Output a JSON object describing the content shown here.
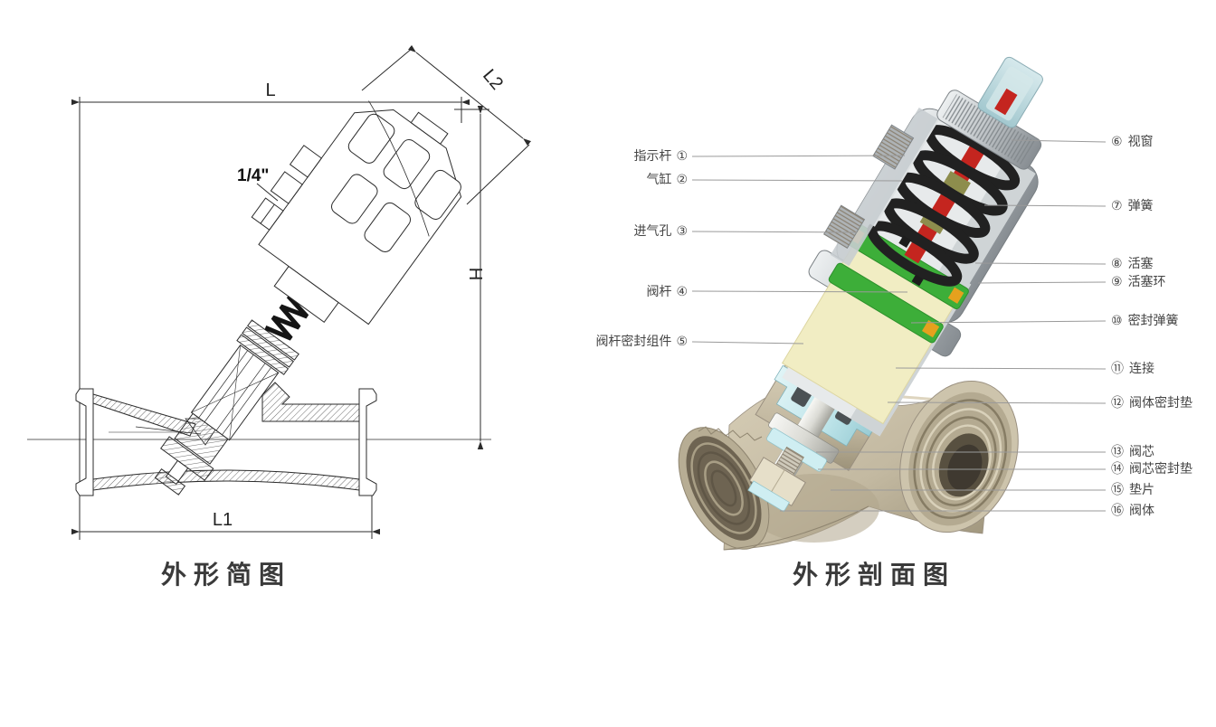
{
  "figure_left": {
    "caption": "外形简图",
    "dims": {
      "L": "L",
      "L2": "L2",
      "H": "H",
      "L1": "L1",
      "port": "1/4\""
    }
  },
  "figure_right": {
    "caption": "外形剖面图",
    "parts_left": [
      {
        "num": "①",
        "name": "指示杆"
      },
      {
        "num": "②",
        "name": "气缸"
      },
      {
        "num": "③",
        "name": "进气孔"
      },
      {
        "num": "④",
        "name": "阀杆"
      },
      {
        "num": "⑤",
        "name": "阀杆密封组件"
      }
    ],
    "parts_right": [
      {
        "num": "⑥",
        "name": "视窗"
      },
      {
        "num": "⑦",
        "name": "弹簧"
      },
      {
        "num": "⑧",
        "name": "活塞"
      },
      {
        "num": "⑨",
        "name": "活塞环"
      },
      {
        "num": "⑩",
        "name": "密封弹簧"
      },
      {
        "num": "⑪",
        "name": "连接"
      },
      {
        "num": "⑫",
        "name": "阀体密封垫"
      },
      {
        "num": "⑬",
        "name": "阀芯"
      },
      {
        "num": "⑭",
        "name": "阀芯密封垫"
      },
      {
        "num": "⑮",
        "name": "垫片"
      },
      {
        "num": "⑯",
        "name": "阀体"
      }
    ],
    "colors": {
      "spring_black": "#212121",
      "indicator_red": "#c4251f",
      "piston_green": "#3dae39",
      "window_blue": "#bcd9de",
      "connector_cyan": "#bfe5ea",
      "interior_cream": "#f1edc3",
      "body_tan": "#c3b9a1",
      "seal_blue": "#2a52c8",
      "actuator_gray": "#c2c7ca"
    }
  }
}
